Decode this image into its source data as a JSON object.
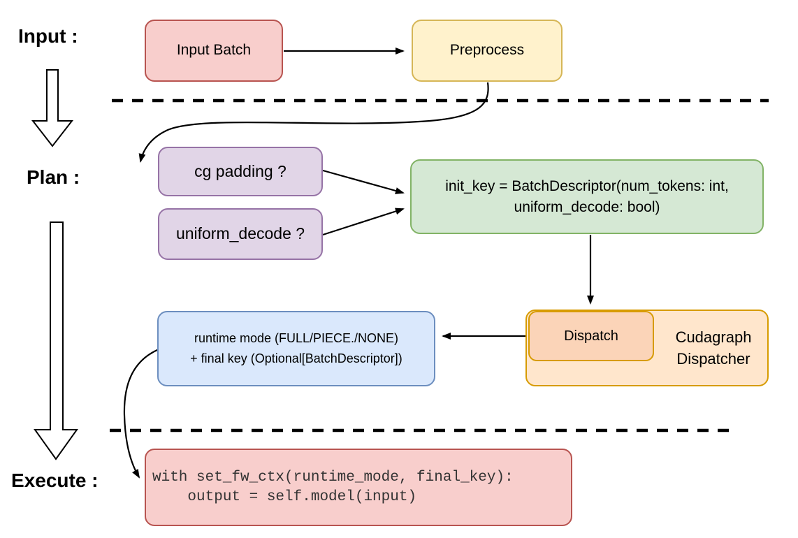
{
  "stage_labels": {
    "input": "Input :",
    "plan": "Plan :",
    "execute": "Execute :"
  },
  "nodes": {
    "input_batch": {
      "label": "Input Batch"
    },
    "preprocess": {
      "label": "Preprocess"
    },
    "cg_padding": {
      "label": "cg padding ?"
    },
    "uniform_decode": {
      "label": "uniform_decode ?"
    },
    "init_key": {
      "line1": "init_key = BatchDescriptor(num_tokens: int,",
      "line2": "uniform_decode: bool)"
    },
    "dispatch": {
      "label": "Dispatch"
    },
    "cudagraph_dispatcher": {
      "line1": "Cudagraph",
      "line2": "Dispatcher"
    },
    "runtime_mode": {
      "line1": "runtime mode (FULL/PIECE./NONE)",
      "line2": "+ final key (Optional[BatchDescriptor])"
    },
    "execute_code": {
      "line1": "with set_fw_ctx(runtime_mode, final_key):",
      "line2": "    output = self.model(input)"
    }
  },
  "colors": {
    "red_fill": "#F8CECC",
    "red_stroke": "#B85450",
    "yellow_fill": "#FFF2CC",
    "yellow_stroke": "#D6B656",
    "purple_fill": "#E1D5E7",
    "purple_stroke": "#9673A6",
    "green_fill": "#D5E8D4",
    "green_stroke": "#82B366",
    "blue_fill": "#DAE8FC",
    "blue_stroke": "#6C8EBF",
    "orange_fill": "#FFE6CC",
    "orange_stroke": "#D79B00",
    "dispatch_fill": "#FBD4B8",
    "connector": "#000000",
    "code_text": "#333333"
  }
}
